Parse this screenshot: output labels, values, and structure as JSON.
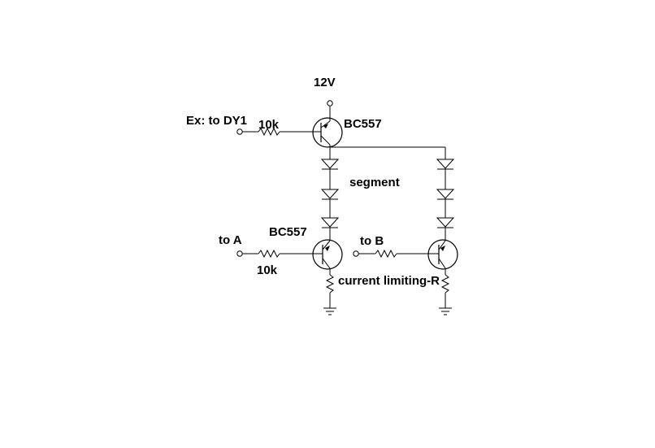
{
  "labels": {
    "supply": "12V",
    "input_top": "Ex: to DY1",
    "r_top": "10k",
    "q_top": "BC557",
    "segment": "segment",
    "q_mid": "BC557",
    "input_a": "to A",
    "r_a": "10k",
    "input_b": "to B",
    "current_limit": "current limiting-R"
  }
}
